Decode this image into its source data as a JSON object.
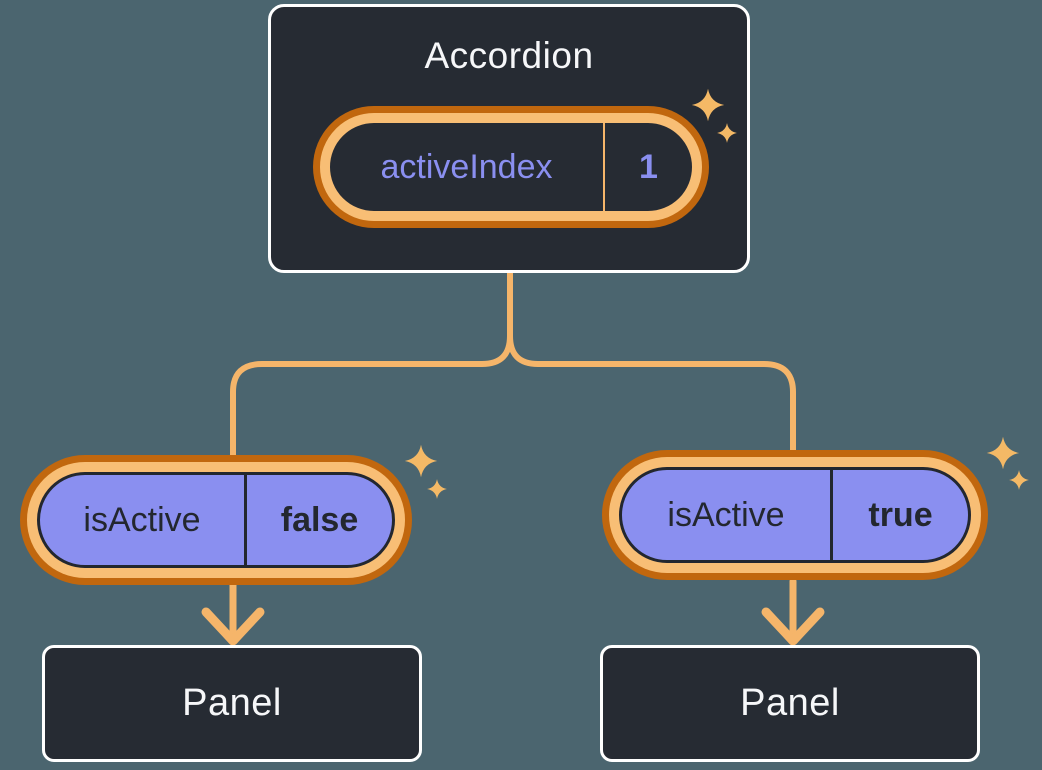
{
  "colors": {
    "bg": "#4B656F",
    "node-fill": "#262B33",
    "node-border": "#FFFFFF",
    "text-light": "#F6F7F9",
    "text-dark": "#23272F",
    "purple": "#8A8FF0",
    "accent": "#F5B56A",
    "ring-light": "#F8BE75",
    "ring-dark": "#C1670E",
    "star": "#F4B966"
  },
  "root": {
    "title": "Accordion",
    "state": {
      "name": "activeIndex",
      "value": "1"
    }
  },
  "children": [
    {
      "prop": {
        "name": "isActive",
        "value": "false"
      },
      "panel": "Panel"
    },
    {
      "prop": {
        "name": "isActive",
        "value": "true"
      },
      "panel": "Panel"
    }
  ]
}
